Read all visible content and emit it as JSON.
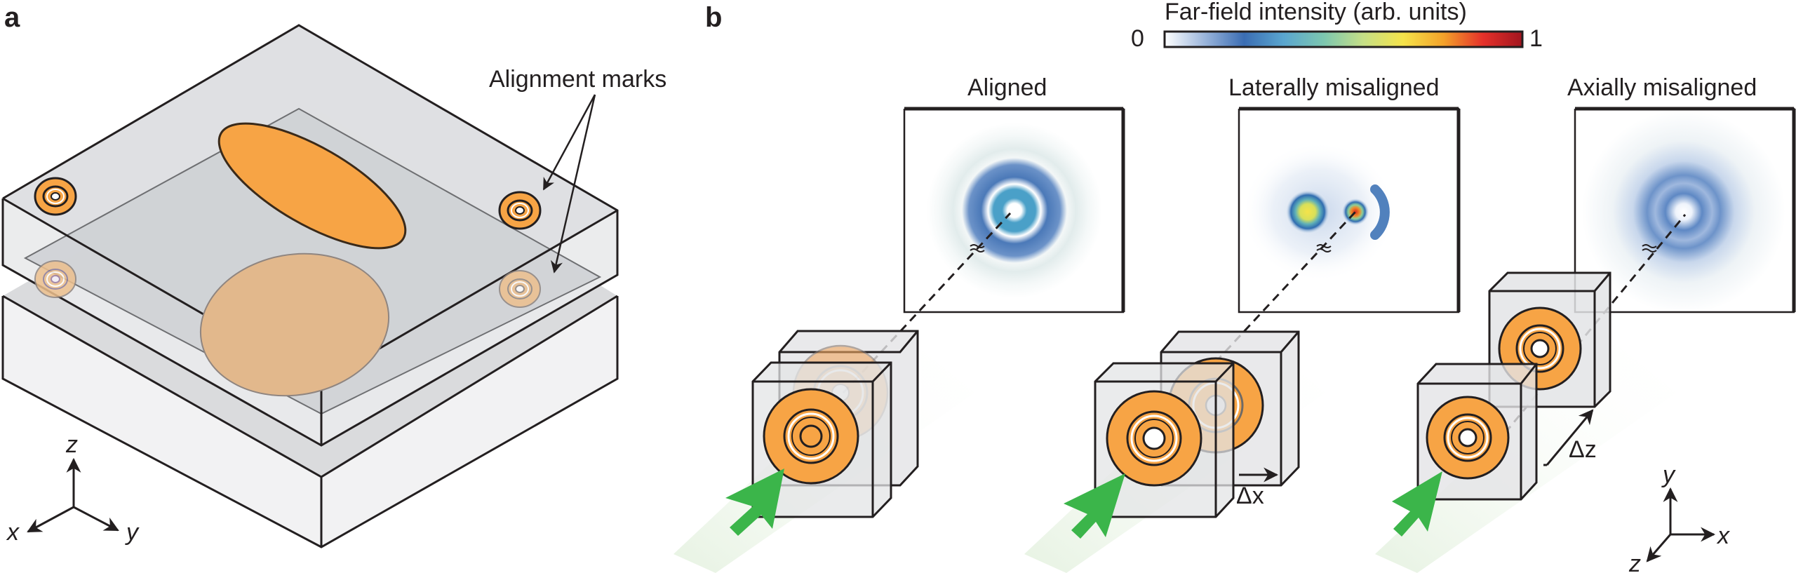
{
  "panel_a": {
    "letter": "a",
    "annotation": "Alignment marks",
    "axes": {
      "x": "x",
      "y": "y",
      "z": "z"
    }
  },
  "panel_b": {
    "letter": "b",
    "colorbar": {
      "title": "Far-field intensity (arb. units)",
      "min_label": "0",
      "max_label": "1",
      "stops": [
        "#ffffff",
        "#9cb6dc",
        "#3b6db3",
        "#5aa6cf",
        "#7cc6b0",
        "#c6df86",
        "#f5e34a",
        "#f4a32a",
        "#e6312a",
        "#a2151f"
      ]
    },
    "cases": [
      {
        "title": "Aligned",
        "offset_label": ""
      },
      {
        "title": "Laterally misaligned",
        "offset_label": "Δx"
      },
      {
        "title": "Axially misaligned",
        "offset_label": "Δz"
      }
    ],
    "axes": {
      "x": "x",
      "y": "y",
      "z": "z"
    }
  },
  "colors": {
    "orange": "#f7a445",
    "orange_faded": "#e2b88c",
    "glass_top": "#dcdddf",
    "glass_inner": "#cfd1d4",
    "glass_side": "#efefef",
    "green_arrow": "#3bb54a",
    "outline": "#231f20"
  }
}
